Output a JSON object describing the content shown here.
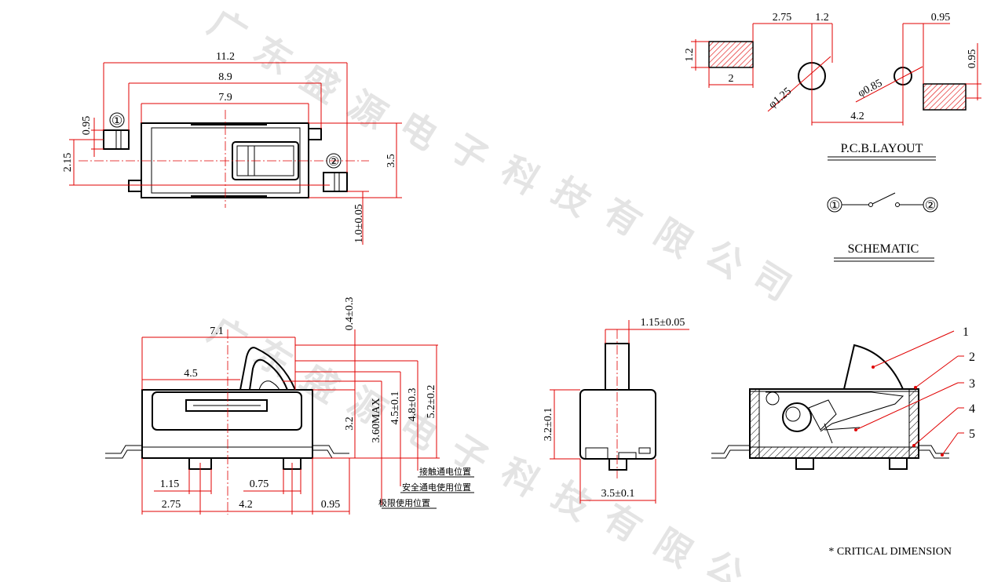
{
  "watermark": {
    "chars": [
      "广",
      "东",
      "盛",
      "源",
      "电",
      "子",
      "科",
      "技",
      "有",
      "限",
      "公",
      "司"
    ]
  },
  "top_view": {
    "dim_overall": "11.2",
    "dim_body_with_tabs": "8.9",
    "dim_body": "7.9",
    "dim_tab_height": "0.95",
    "dim_terminal_span": "2.15",
    "dim_body_height": "3.5",
    "dim_standoff": "1.0±0.05",
    "pin1": "①",
    "pin2": "②"
  },
  "pcb_layout": {
    "dim_pad_offset": "2.75",
    "dim_hole_space": "1.2",
    "dim_pad_width_right": "0.95",
    "dim_pad_height": "1.2",
    "dim_pad_width": "2",
    "dim_hole_large": "φ1.25",
    "dim_hole_small": "φ0.85",
    "dim_pad_height_right": "0.95",
    "dim_hole_pitch": "4.2",
    "title": "P.C.B.LAYOUT"
  },
  "schematic": {
    "pin1": "①",
    "pin2": "②",
    "title": "SCHEMATIC"
  },
  "front_view": {
    "dim_actuator_travel": "0.4±0.3",
    "dim_7_1": "7.1",
    "dim_4_5": "4.5",
    "dim_3_2": "3.2",
    "dim_max": "3.60MAX",
    "dim_contact": "4.5±0.1",
    "dim_safe": "4.8±0.3",
    "dim_limit": "5.2±0.2",
    "dim_1_15": "1.15",
    "dim_0_75": "0.75",
    "dim_2_75": "2.75",
    "dim_4_2": "4.2",
    "dim_0_95": "0.95",
    "label_contact": "接触通电位置",
    "label_safe": "安全通电使用位置",
    "label_limit": "极限使用位置"
  },
  "side_view": {
    "dim_actuator_width": "1.15±0.05",
    "dim_height": "3.2±0.1",
    "dim_width": "3.5±0.1"
  },
  "section_view": {
    "callouts": [
      "1",
      "2",
      "3",
      "4",
      "5"
    ]
  },
  "footer": {
    "note": "* CRITICAL  DIMENSION"
  },
  "colors": {
    "outline": "#000000",
    "dimension": "#e00000",
    "pad_hatch": "#e00000",
    "watermark": "#e4e4e4"
  }
}
